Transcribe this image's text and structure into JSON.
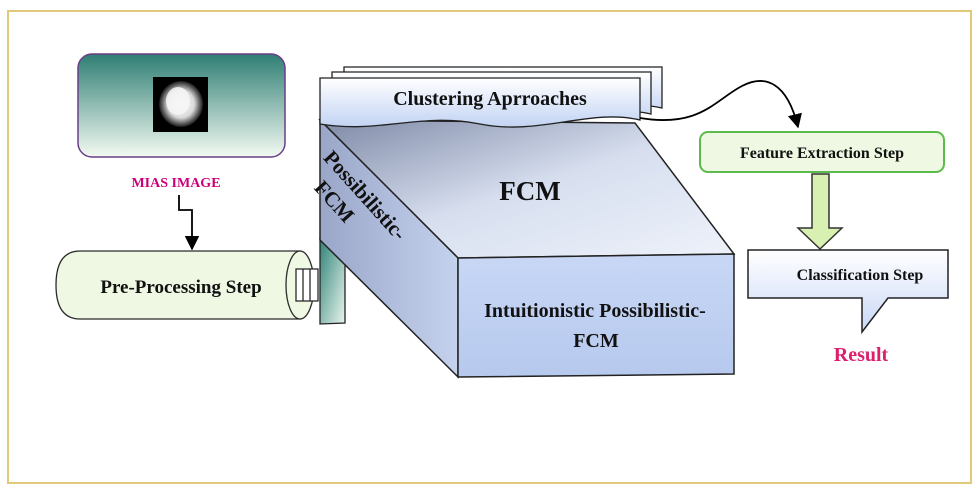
{
  "diagram": {
    "input": {
      "thumbnail_icon": "mammogram-thumbnail",
      "label": "MIAS IMAGE"
    },
    "preprocessing": {
      "label": "Pre-Processing Step"
    },
    "clustering": {
      "title": "Clustering Aprroaches",
      "methods": {
        "top": "FCM",
        "side_line1": "Possibilistic-",
        "side_line2": "FCM",
        "front_line1": "Intuitionistic Possibilistic-",
        "front_line2": "FCM"
      }
    },
    "feature_extraction": {
      "label": "Feature Extraction Step"
    },
    "classification": {
      "label": "Classification Step"
    },
    "result": {
      "label": "Result"
    },
    "colors": {
      "border": "#e0c979",
      "label_magenta": "#cc0077",
      "result_magenta": "#dd1f6e",
      "teal": "#2e7f76",
      "green_fill": "#eef8e2",
      "green_border": "#5dbb4d",
      "arrow_fill": "#d9f0b3",
      "blue_fill": "#c8d8f4",
      "cylinder_fill": "#eef8e2"
    }
  }
}
